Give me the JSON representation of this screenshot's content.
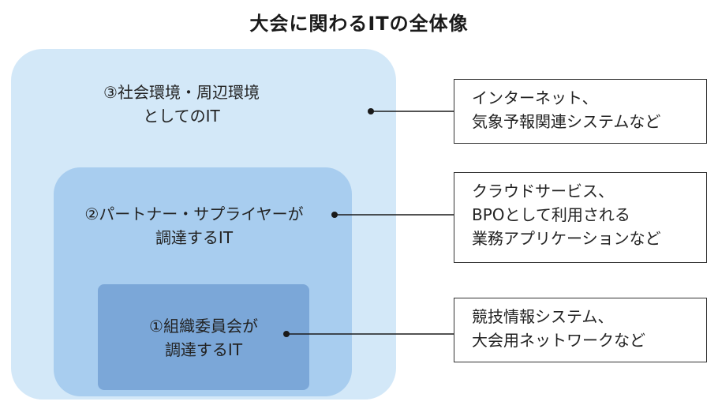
{
  "title": "大会に関わるITの全体像",
  "colors": {
    "outer_layer": "#d3e8f8",
    "middle_layer": "#a8cdef",
    "inner_layer": "#7ba7d8",
    "connector": "#1a1a1a",
    "callout_border": "#333333"
  },
  "layers": [
    {
      "label_lines": [
        "③社会環境・周辺環境",
        "としてのIT"
      ],
      "callout_lines": [
        "インターネット、",
        "気象予報関連システムなど"
      ]
    },
    {
      "label_lines": [
        "②パートナー・サプライヤーが",
        "調達するIT"
      ],
      "callout_lines": [
        "クラウドサービス、",
        "BPOとして利用される",
        "業務アプリケーションなど"
      ]
    },
    {
      "label_lines": [
        "①組織委員会が",
        "調達するIT"
      ],
      "callout_lines": [
        "競技情報システム、",
        "大会用ネットワークなど"
      ]
    }
  ]
}
